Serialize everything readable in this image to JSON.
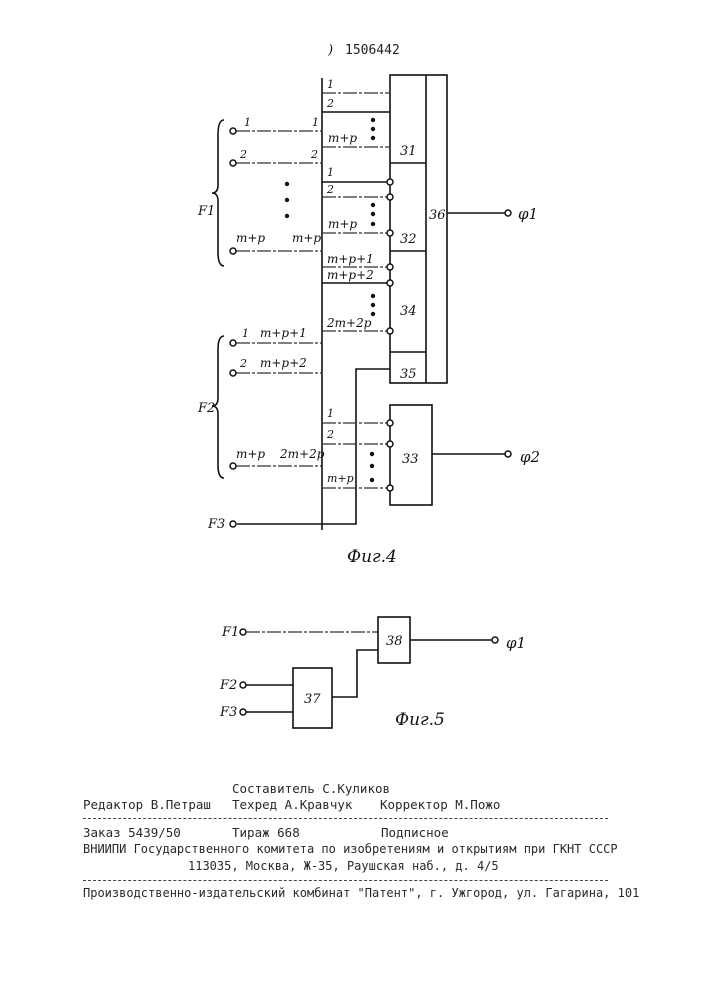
{
  "header": {
    "patent_number": "1506442",
    "mark": ")"
  },
  "fig4": {
    "caption": "Фиг.4",
    "groups": {
      "f1": "F1",
      "f2": "F2",
      "f3": "F3"
    },
    "group_sub": {
      "f1": "1",
      "f2": "2",
      "f3": "3"
    },
    "f1_inputs": [
      {
        "left": "1",
        "right": "1"
      },
      {
        "left": "2",
        "right": "2"
      },
      {
        "left": "m+p",
        "right": "m+p"
      }
    ],
    "f2_inputs": [
      {
        "left": "1",
        "right": "m+p+1"
      },
      {
        "left": "2",
        "right": "m+p+2"
      },
      {
        "left": "m+p",
        "right": "2m+2p"
      }
    ],
    "bus_lines_31": [
      "1",
      "2",
      "m+p"
    ],
    "bus_lines_32": [
      "1",
      "2",
      "m+p"
    ],
    "bus_lines_34": [
      "m+p+1",
      "m+p+2",
      "2m+2p"
    ],
    "bus_lines_33": [
      "1",
      "2",
      "m+p"
    ],
    "blocks": {
      "b31": "31",
      "b32": "32",
      "b34": "34",
      "b35": "35",
      "b36": "36",
      "b33": "33"
    },
    "outputs": {
      "phi1": "φ1",
      "phi2": "φ2"
    }
  },
  "fig5": {
    "caption": "Фиг.5",
    "inputs": [
      "F1",
      "F2",
      "F3"
    ],
    "blocks": {
      "b37": "37",
      "b38": "38"
    },
    "output": "φ1"
  },
  "footer": {
    "compiler": "Составитель С.Куликов",
    "editor": "Редактор В.Петраш",
    "techred": "Техред А.Кравчук",
    "corrector": "Корректор М.Пожо",
    "order": "Заказ 5439/50",
    "circulation": "Тираж 668",
    "subscription": "Подписное",
    "org": "ВНИИПИ Государственного комитета по изобретениям и открытиям при ГКНТ СССР",
    "address": "113035, Москва, Ж-35, Раушская наб., д. 4/5",
    "printer": "Производственно-издательский комбинат \"Патент\", г. Ужгород, ул. Гагарина, 101"
  }
}
